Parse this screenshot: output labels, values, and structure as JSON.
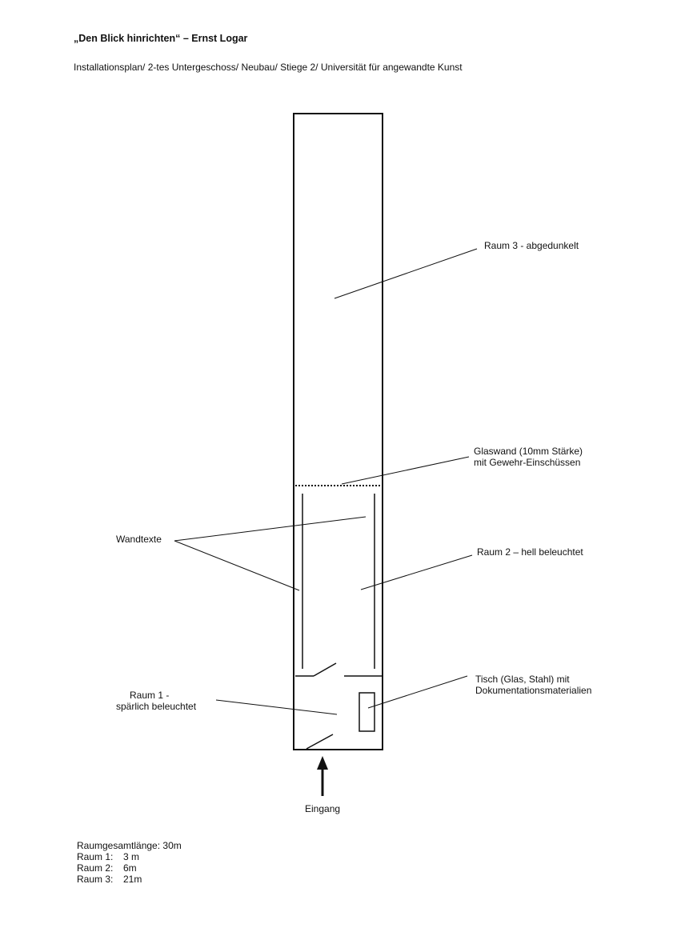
{
  "header": {
    "title": "„Den Blick hinrichten“ – Ernst Logar",
    "subtitle": "Installationsplan/  2-tes Untergeschoss/ Neubau/ Stiege 2/ Universität für angewandte Kunst"
  },
  "plan": {
    "raum3": "Raum 3 - abgedunkelt",
    "glaswand_line1": "Glaswand (10mm Stärke)",
    "glaswand_line2": "mit Gewehr-Einschüssen",
    "wandtexte": "Wandtexte",
    "raum2": "Raum 2 – hell beleuchtet",
    "tisch_line1": "Tisch (Glas, Stahl) mit",
    "tisch_line2": "Dokumentationsmaterialien",
    "raum1_line1": "Raum 1 -",
    "raum1_line2": "spärlich beleuchtet",
    "eingang": "Eingang"
  },
  "notes": {
    "total": "Raumgesamtlänge: 30m",
    "rows": [
      {
        "label": "Raum 1:",
        "value": "3 m"
      },
      {
        "label": "Raum 2:",
        "value": "6m"
      },
      {
        "label": "Raum 3:",
        "value": "21m"
      }
    ]
  }
}
